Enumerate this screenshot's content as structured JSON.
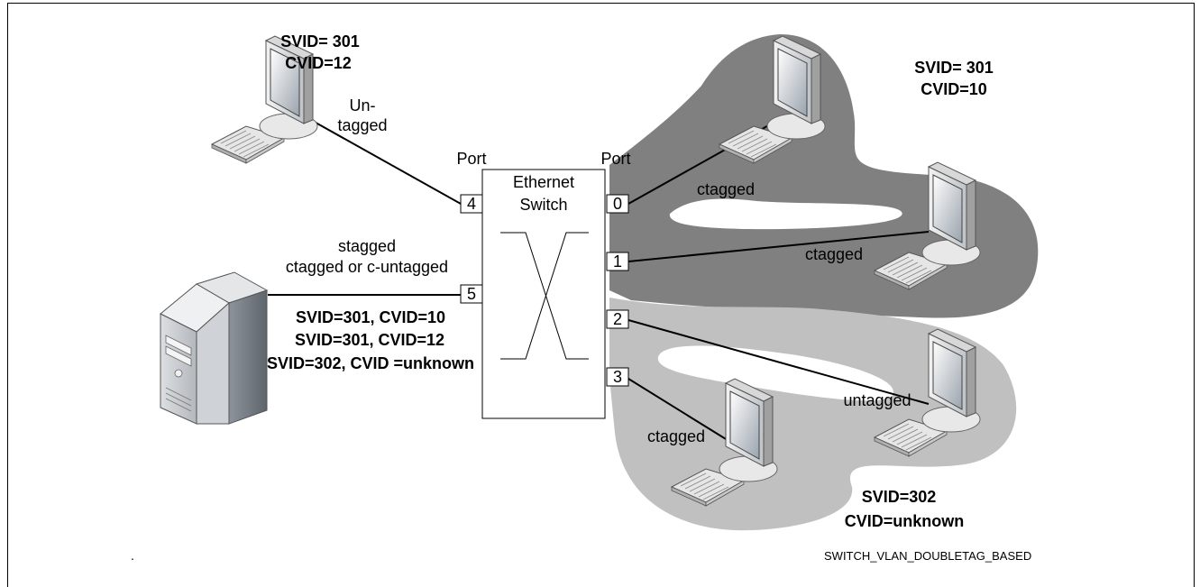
{
  "switch": {
    "title_line1": "Ethernet",
    "title_line2": "Switch",
    "port_header_left": "Port",
    "port_header_right": "Port",
    "ports": [
      "0",
      "1",
      "2",
      "3",
      "4",
      "5"
    ]
  },
  "pc_top_left": {
    "svid": "SVID= 301",
    "cvid": "CVID=12",
    "link_line1": "Un-",
    "link_line2": "tagged"
  },
  "server": {
    "link_line1": "stagged",
    "link_line2": "ctagged or c-untagged",
    "tags": [
      "SVID=301, CVID=10",
      "SVID=301, CVID=12",
      "SVID=302, CVID =unknown"
    ]
  },
  "group_301": {
    "svid": "SVID= 301",
    "cvid": "CVID=10",
    "link_port0": "ctagged",
    "link_port1": "ctagged"
  },
  "group_302": {
    "svid": "SVID=302",
    "cvid": "CVID=unknown",
    "link_port2": "untagged",
    "link_port3": "ctagged"
  },
  "footer": {
    "dot": ".",
    "figure_id": "SWITCH_VLAN_DOUBLETAG_BASED"
  },
  "colors": {
    "group_301_fill": "#808080",
    "group_302_fill": "#c0c0c0",
    "line": "#000000"
  }
}
